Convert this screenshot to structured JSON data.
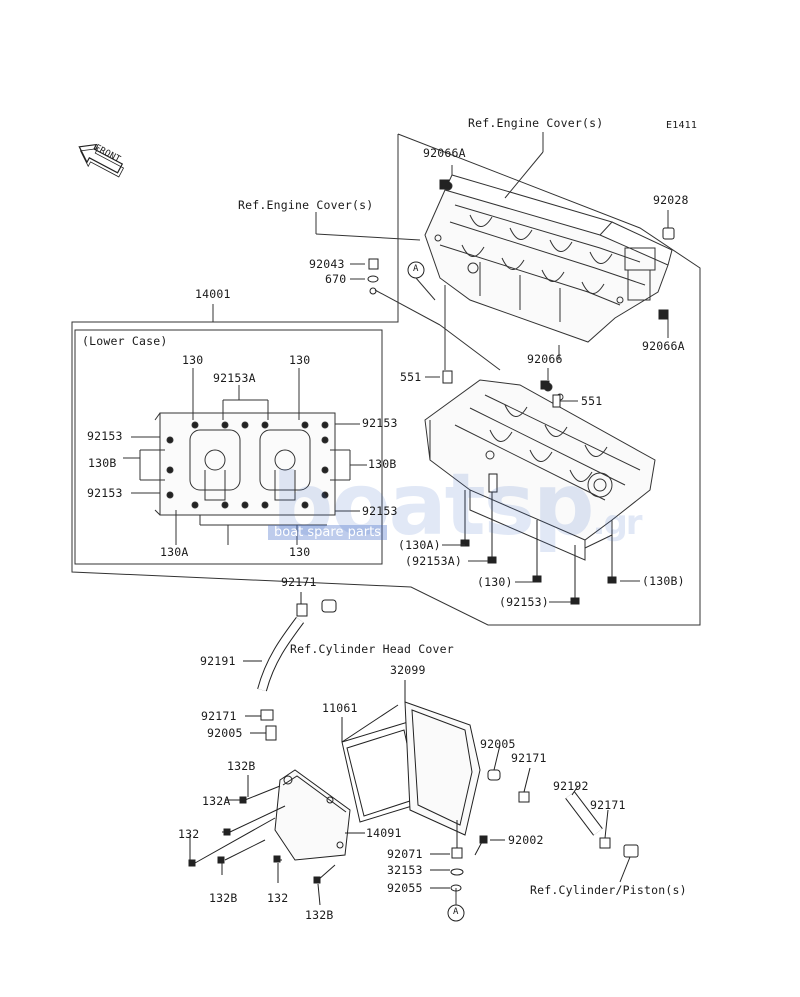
{
  "diagram": {
    "code": "E1411",
    "front_label": "FRONT",
    "callout": "A",
    "ref_labels": {
      "engine_cover_1": "Ref.Engine Cover(s)",
      "engine_cover_2": "Ref.Engine Cover(s)",
      "cylinder_head_cover": "Ref.Cylinder Head Cover",
      "cylinder_piston": "Ref.Cylinder/Piston(s)"
    },
    "lower_case_title": "(Lower Case)",
    "parts": {
      "p14001": "14001",
      "p92066A_top": "92066A",
      "p92028": "92028",
      "p92043": "92043",
      "p670": "670",
      "p92066A_right": "92066A",
      "p92066": "92066",
      "p551_left": "551",
      "p551_right": "551",
      "lc_130_left": "130",
      "lc_130_right": "130",
      "lc_92153A": "92153A",
      "lc_92153_left": "92153",
      "lc_92153_right": "92153",
      "lc_130B_left": "130B",
      "lc_130B_right": "130B",
      "lc_92153_lower_left": "92153",
      "lc_92153_lower_right": "92153",
      "lc_130A": "130A",
      "lc_130_bottom": "130",
      "p130A_paren": "(130A)",
      "p92153A_paren": "(92153A)",
      "p130_paren": "(130)",
      "p130B_paren": "(130B)",
      "p92153_paren": "(92153)",
      "p92171_top": "92171",
      "p92191": "92191",
      "p32099": "32099",
      "p11061": "11061",
      "p92171_mid": "92171",
      "p92005_left": "92005",
      "p132B_top": "132B",
      "p132A": "132A",
      "p132_left": "132",
      "p132B_bottom_left": "132B",
      "p132_bottom": "132",
      "p132B_bottom": "132B",
      "p14091": "14091",
      "p92005_right": "92005",
      "p92171_right": "92171",
      "p92192": "92192",
      "p92171_far": "92171",
      "p92002": "92002",
      "p92071": "92071",
      "p32153": "32153",
      "p92055": "92055"
    }
  },
  "watermark": {
    "brand": "boatsp",
    "tld": ".gr",
    "tagline": "boat spare parts"
  }
}
